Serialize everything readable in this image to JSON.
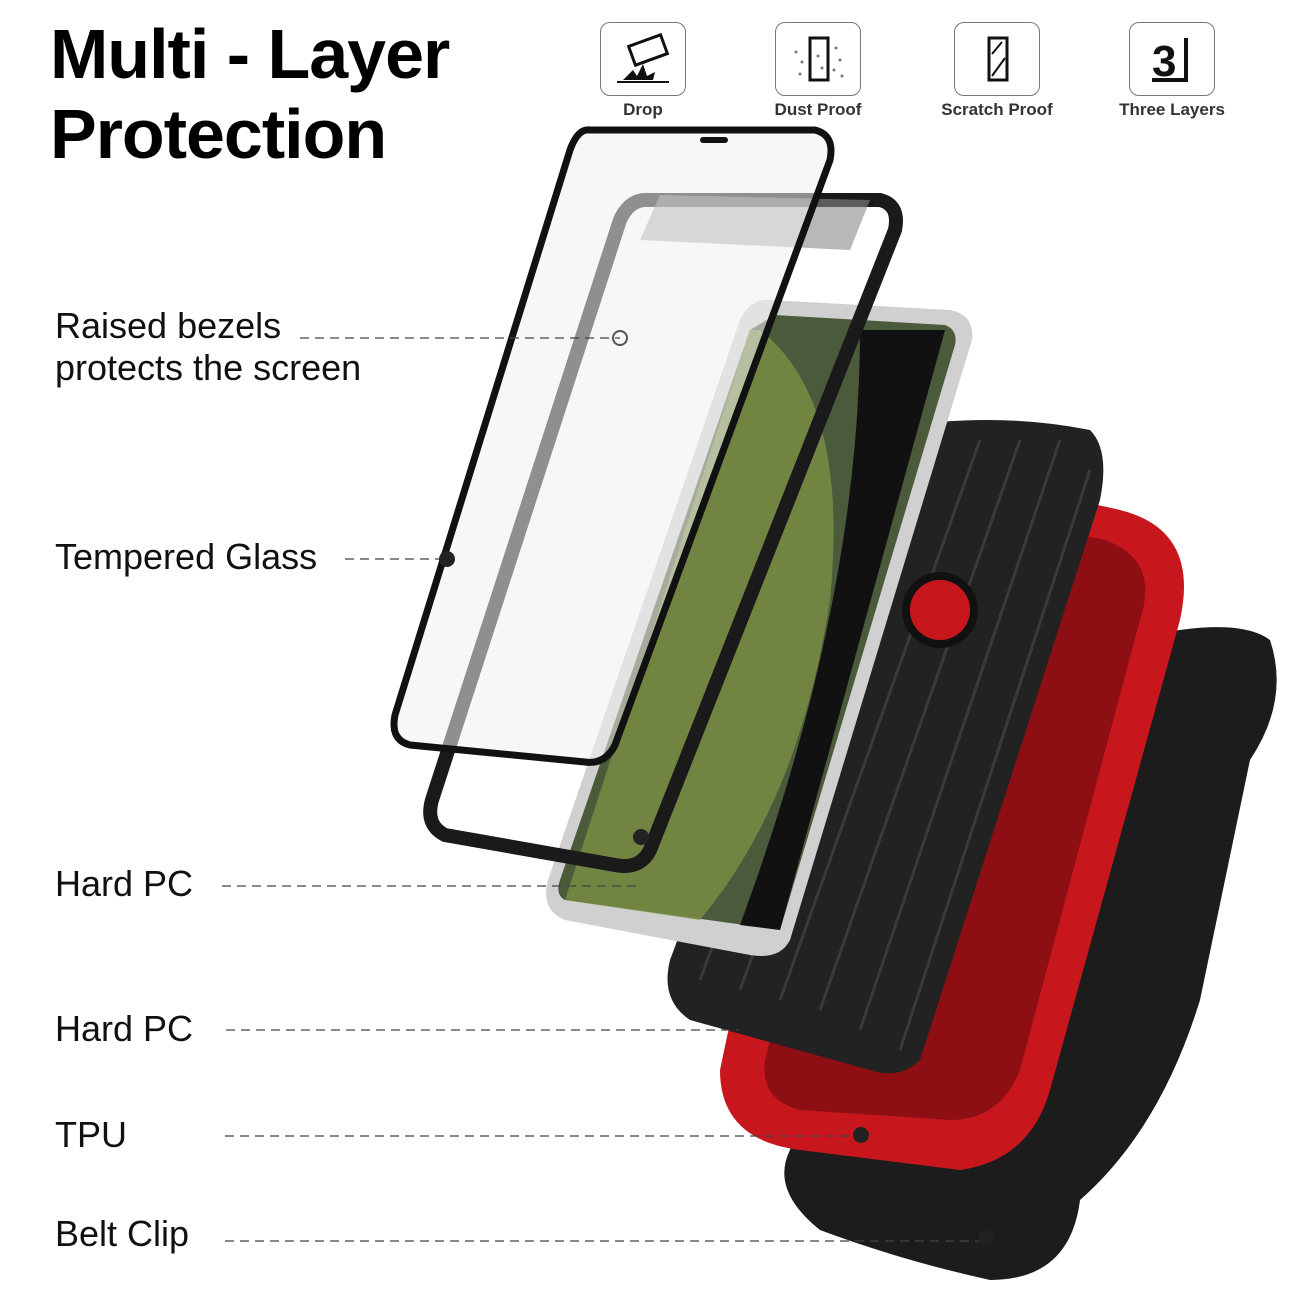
{
  "title": {
    "line1": "Multi - Layer",
    "line2": "Protection"
  },
  "features": [
    {
      "label": "Drop",
      "icon": "drop-icon"
    },
    {
      "label": "Dust Proof",
      "icon": "dust-icon"
    },
    {
      "label": "Scratch Proof",
      "icon": "scratch-icon"
    },
    {
      "label": "Three Layers",
      "icon": "three-layers-icon",
      "glyph": "3"
    }
  ],
  "callouts": [
    {
      "line1": "Raised bezels",
      "line2": "protects the screen"
    },
    {
      "line1": "Tempered Glass"
    },
    {
      "line1": "Hard PC"
    },
    {
      "line1": "Hard PC"
    },
    {
      "line1": "TPU"
    },
    {
      "line1": "Belt Clip"
    }
  ],
  "colors": {
    "red": "#c8171c",
    "black": "#1a1a1a",
    "silver": "#c9c9c9"
  }
}
